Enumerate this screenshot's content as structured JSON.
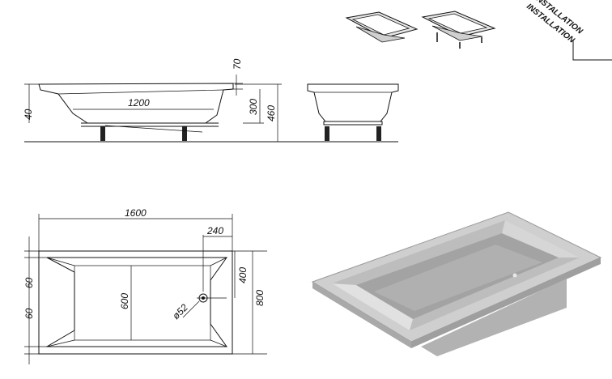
{
  "labels": {
    "side_height": "40",
    "tub_inner_length": "1200",
    "rim_offset": "70",
    "depth_inner": "300",
    "height_total_side": "460",
    "plan_length": "1600",
    "drain_offset": "240",
    "drain_half_width": "400",
    "inner_width": "600",
    "outer_width": "800",
    "rim_top": "60",
    "rim_bottom": "60",
    "drain_diameter": "ø52"
  },
  "corner_tags": {
    "line1": "INSTALLATION",
    "line2": "INSTALLATION"
  },
  "colors": {
    "ink": "#111111",
    "tub_grey": "#b9b9b9",
    "tub_light": "#d8d8d8",
    "tub_dark": "#8f8f8f"
  }
}
